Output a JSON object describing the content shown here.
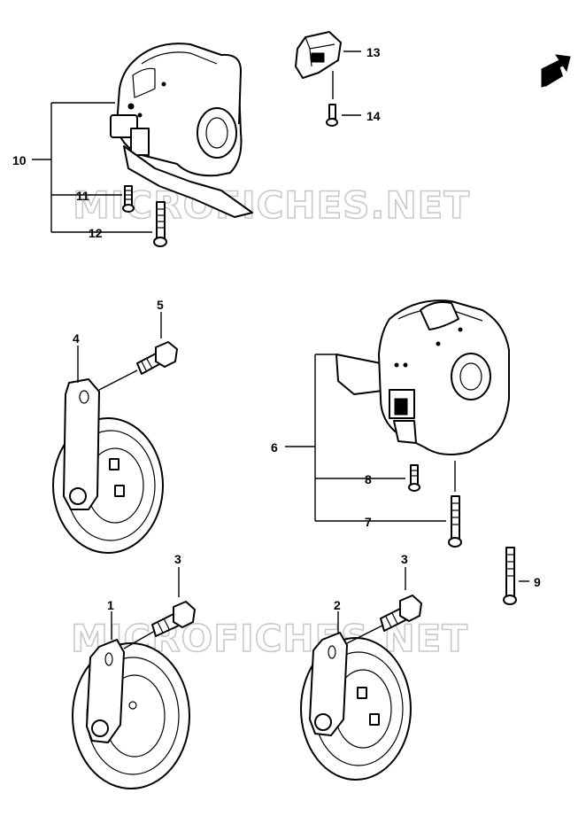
{
  "watermark": "MICROFICHES.NET",
  "callouts": {
    "c1": "1",
    "c2": "2",
    "c3a": "3",
    "c3b": "3",
    "c4": "4",
    "c5": "5",
    "c6": "6",
    "c7": "7",
    "c8": "8",
    "c9": "9",
    "c10": "10",
    "c11": "11",
    "c12": "12",
    "c13": "13",
    "c14": "14"
  },
  "icons": {
    "direction": "arrow-front-icon"
  }
}
